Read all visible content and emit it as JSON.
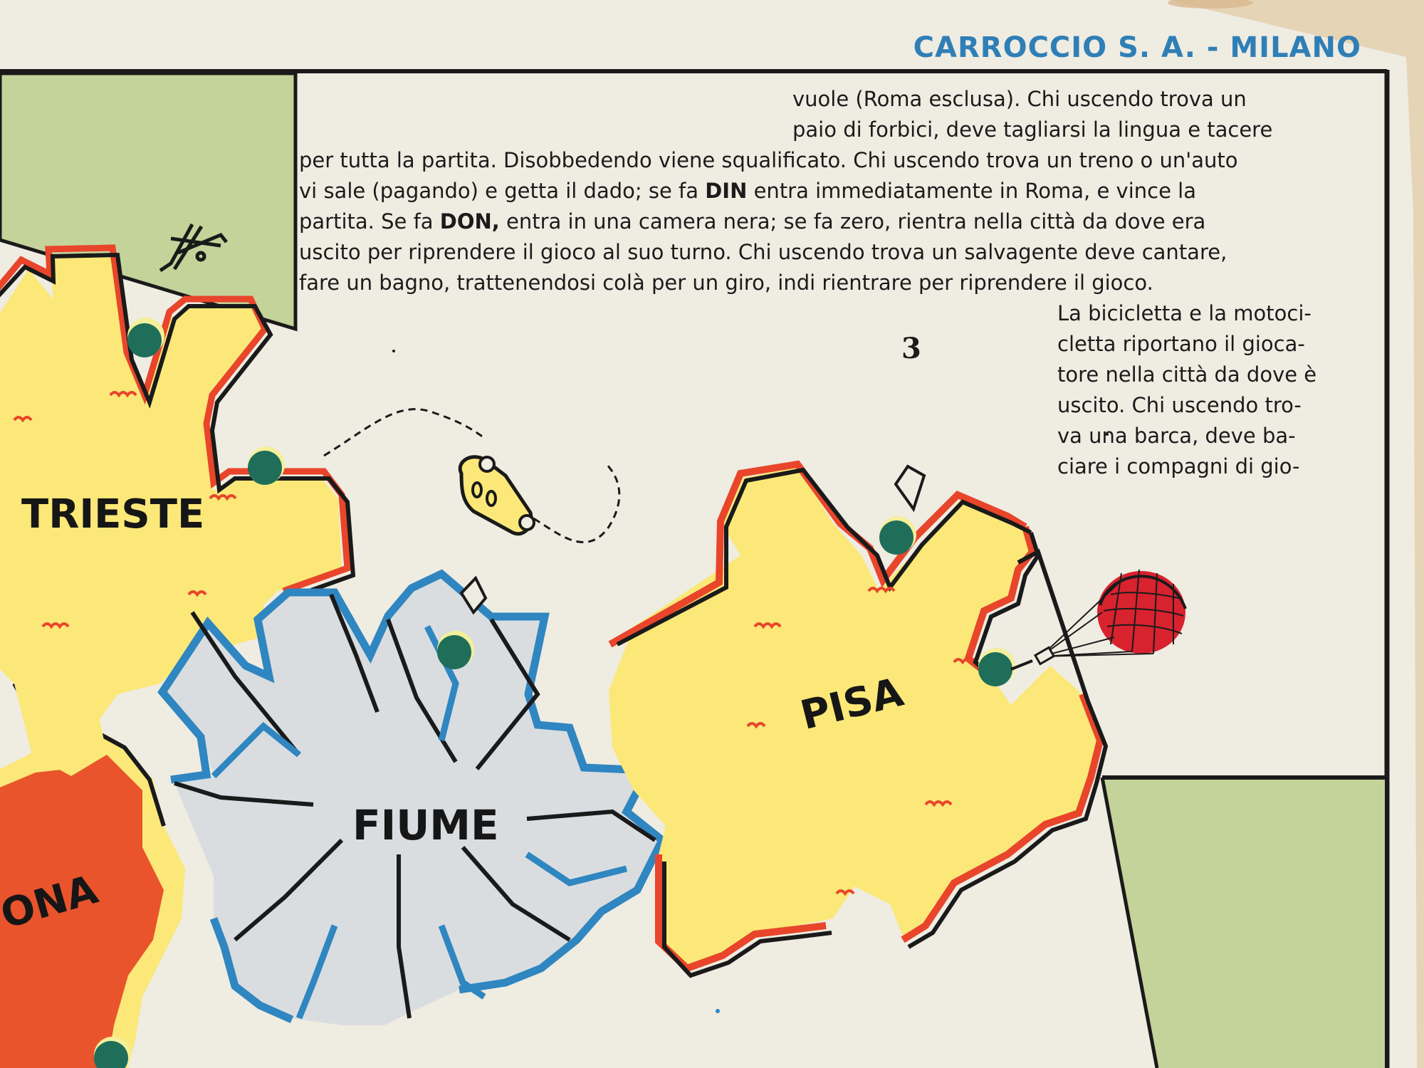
{
  "publisher": "CARROCCIO S. A. - MILANO",
  "page_number": "3",
  "rules_text": {
    "line1": "vuole (Roma esclusa). Chi uscendo trova un",
    "line2": "paio di forbici, deve tagliarsi la lingua e tacere",
    "line3": "per tutta la partita. Disobbedendo viene squalificato. Chi uscendo trova un treno o un'auto",
    "line4a": "vi sale (pagando) e getta il dado; se fa",
    "line4b": "DIN",
    "line4c": "entra immediatamente in Roma, e vince la",
    "line5a": "partita. Se fa",
    "line5b": "DON,",
    "line5c": "entra in una camera nera; se fa zero, rientra nella città da dove era",
    "line6": "uscito per riprendere il gioco al suo turno. Chi uscendo trova un salvagente deve cantare,",
    "line7": "fare un bagno, trattenendosi colà per un giro, indi rientrare per riprendere il gioco.",
    "line8": "La bicicletta e la motoci-",
    "line9": "cletta riportano il gioca-",
    "line10": "tore nella città da dove è",
    "line11": "uscito. Chi uscendo tro-",
    "line12": "va una barca, deve ba-",
    "line13": "ciare i compagni di gio-"
  },
  "cities": {
    "trieste": "TRIESTE",
    "fiume": "FIUME",
    "pisa": "PISA",
    "partial": "ONA"
  },
  "colors": {
    "paper": "#efece2",
    "yellow": "#fbe878",
    "red_border": "#e8452b",
    "blue_border": "#2f86c0",
    "gray_fill": "#d9dde0",
    "orange_city": "#e9542c",
    "green_corner": "#c4d39a",
    "green_dot": "#1f6e5a",
    "publisher_blue": "#2f7fb6",
    "balloon_red": "#d8222e"
  },
  "icons": [
    "airplane-icon",
    "car-icon",
    "diamond-icon",
    "parachute-icon"
  ]
}
